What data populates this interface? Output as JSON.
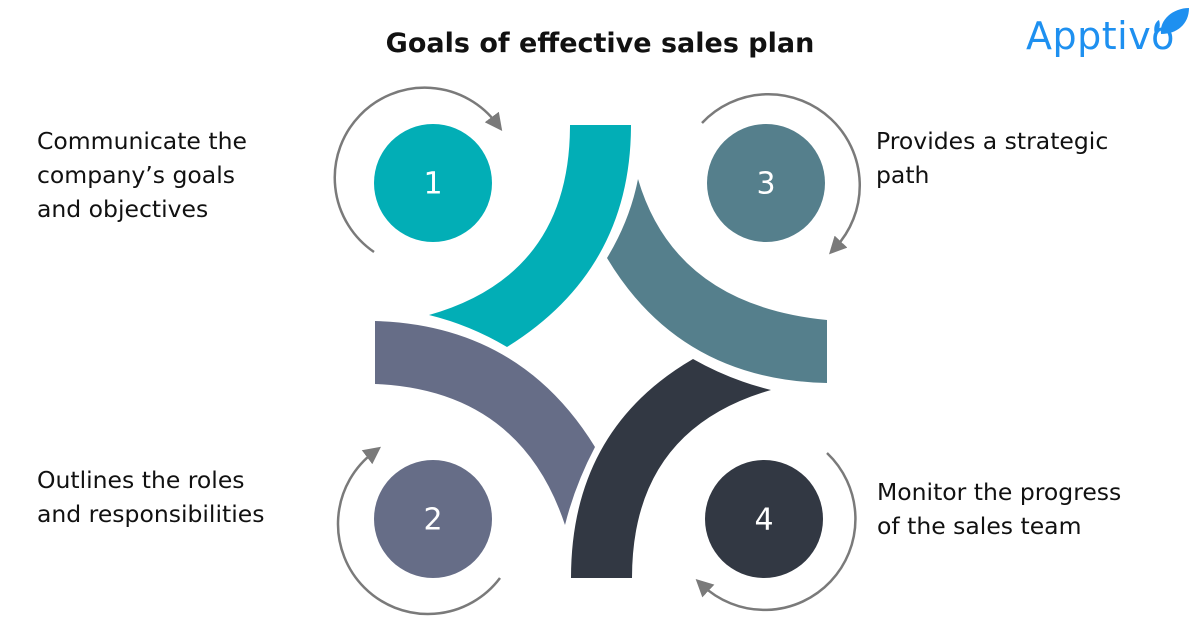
{
  "title": "Goals of effective sales plan",
  "logo": "Apptivo",
  "colors": {
    "step1": "#02aeb6",
    "step2": "#666d87",
    "step3": "#557f8c",
    "step4": "#323843",
    "arrow": "#7a7a7a",
    "logo": "#1e90f0"
  },
  "goals": [
    {
      "number": "1",
      "lines": [
        "Communicate the",
        "company’s goals",
        "and objectives"
      ]
    },
    {
      "number": "2",
      "lines": [
        "Outlines the roles",
        "and responsibilities"
      ]
    },
    {
      "number": "3",
      "lines": [
        "Provides a strategic",
        "path"
      ]
    },
    {
      "number": "4",
      "lines": [
        "Monitor the progress",
        "of the sales team"
      ]
    }
  ]
}
